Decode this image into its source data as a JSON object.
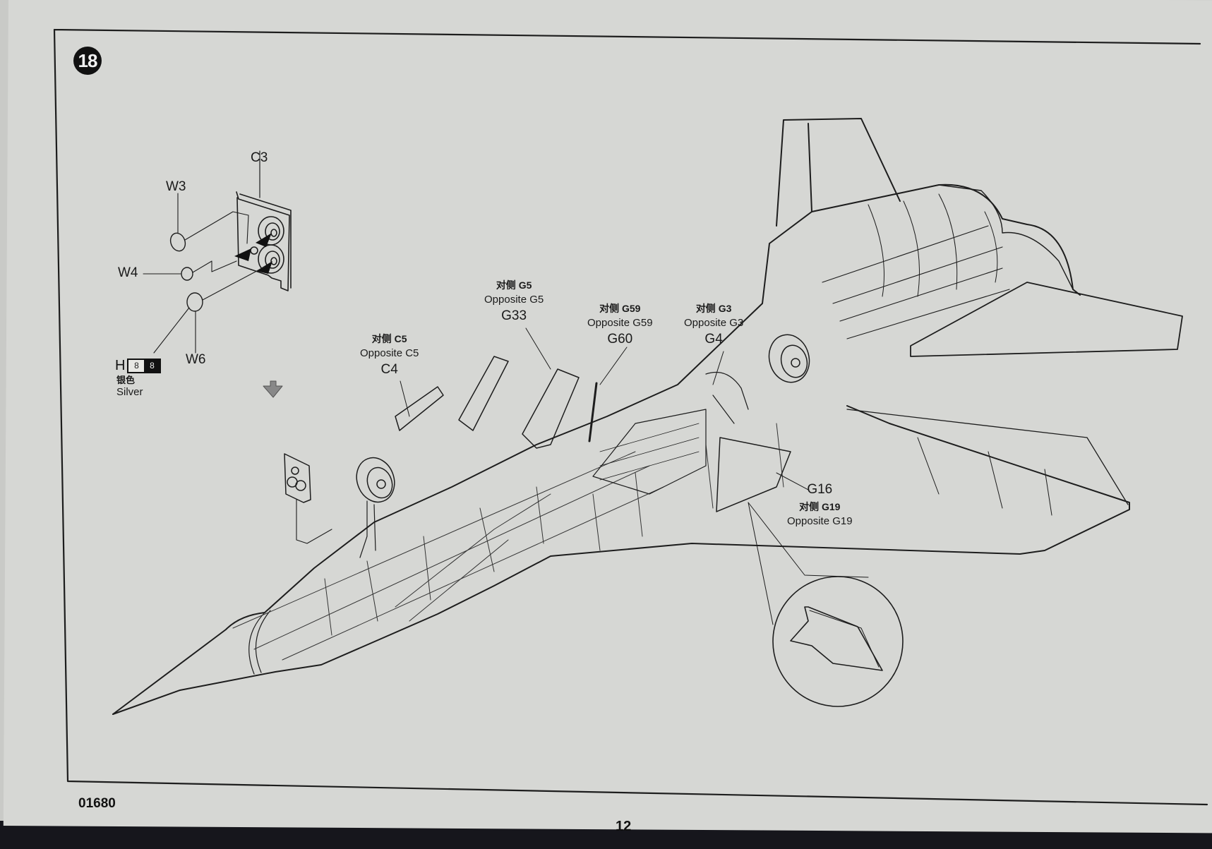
{
  "document": {
    "step_number": "18",
    "product_code": "01680",
    "page_number": "12"
  },
  "parts": {
    "c3": "C3",
    "w3": "W3",
    "w4": "W4",
    "w6": "W6"
  },
  "paint_callout": {
    "brand_letter": "H",
    "code_gloss": "8",
    "code_flat": "8",
    "color_cn": "银色",
    "color_en": "Silver"
  },
  "callouts": [
    {
      "cn": "对侧 C5",
      "en": "Opposite  C5",
      "part": "C4"
    },
    {
      "cn": "对侧 G5",
      "en": "Opposite  G5",
      "part": "G33"
    },
    {
      "cn": "对侧 G59",
      "en": "Opposite  G59",
      "part": "G60"
    },
    {
      "cn": "对侧 G3",
      "en": "Opposite  G3",
      "part": "G4"
    }
  ],
  "callout_g16": {
    "part": "G16",
    "cn": "对侧 G19",
    "en": "Opposite  G19"
  },
  "icons": {
    "step": "step-number-badge",
    "arrow": "down-arrow-icon",
    "detail": "magnified-detail-circle"
  },
  "colors": {
    "paper": "#d6d7d4",
    "ink": "#1a1a1a",
    "background": "#16161c"
  }
}
